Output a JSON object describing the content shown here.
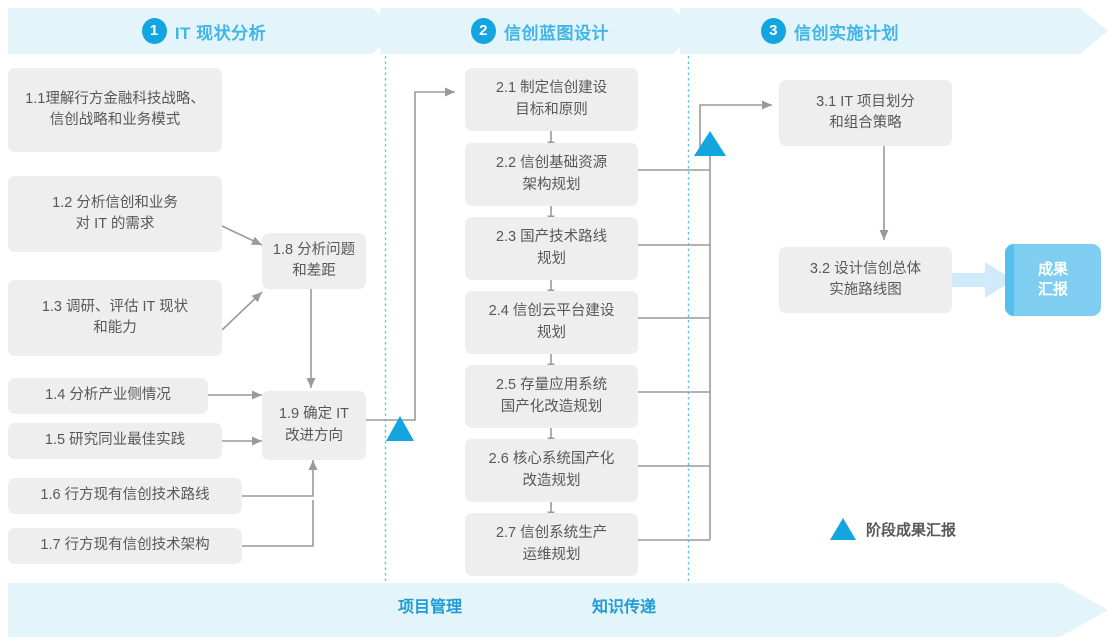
{
  "phases": [
    {
      "num": "1",
      "title": "IT 现状分析"
    },
    {
      "num": "2",
      "title": "信创蓝图设计"
    },
    {
      "num": "3",
      "title": "信创实施计划"
    }
  ],
  "boxes": {
    "b11": "1.1理解行方金融科技战略、\n信创战略和业务模式",
    "b12": "1.2 分析信创和业务\n对 IT 的需求",
    "b13": "1.3 调研、评估 IT 现状\n和能力",
    "b14": "1.4 分析产业侧情况",
    "b15": "1.5 研究同业最佳实践",
    "b16": "1.6 行方现有信创技术路线",
    "b17": "1.7 行方现有信创技术架构",
    "b18": "1.8 分析问题\n和差距",
    "b19": "1.9 确定 IT\n改进方向",
    "b21": "2.1 制定信创建设\n目标和原则",
    "b22": "2.2 信创基础资源\n架构规划",
    "b23": "2.3 国产技术路线\n规划",
    "b24": "2.4 信创云平台建设\n规划",
    "b25": "2.5 存量应用系统\n国产化改造规划",
    "b26": "2.6 核心系统国产化\n改造规划",
    "b27": "2.7 信创系统生产\n运维规划",
    "b31": "3.1 IT 项目划分\n和组合策略",
    "b32": "3.2 设计信创总体\n实施路线图"
  },
  "result": {
    "label": "成果\n汇报"
  },
  "legend": {
    "label": "阶段成果汇报",
    "icon": "triangle-icon"
  },
  "bottom": {
    "left_label": "项目管理",
    "right_label": "知识传递"
  },
  "colors": {
    "banner_bg": "#e3f4fb",
    "accent_blue": "#12a5e0",
    "title_blue": "#41b6e6",
    "box_bg": "#eeeeee",
    "box_text": "#58585a",
    "result_bg": "#7fcdf0",
    "connector": "#9a9a9a",
    "divider_dotted": "#5bc6ea"
  }
}
